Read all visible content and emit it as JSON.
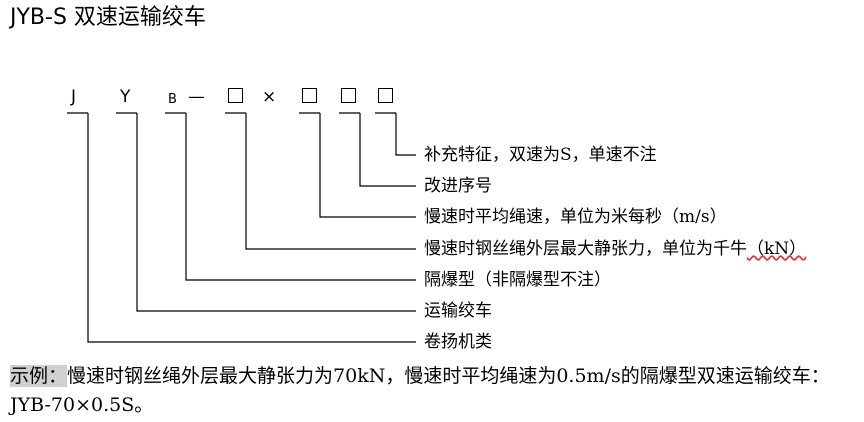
{
  "title": "JYB-S 双速运输绞车",
  "code": {
    "j": "J",
    "y": "Y",
    "b": "B",
    "dash": "—",
    "times": "×"
  },
  "descriptions": [
    "补充特征，双速为S，单速不注",
    "改进序号",
    "慢速时平均绳速，单位为米每秒（m/s）",
    "慢速时钢丝绳外层最大静张力，单位为千牛",
    "隔爆型（非隔爆型不注）",
    "运输绞车",
    "卷扬机类"
  ],
  "unit_kn": "（kN）",
  "example": {
    "label": "示例：",
    "text": "慢速时钢丝绳外层最大静张力为70kN，慢速时平均绳速为0.5m/s的隔爆型双速运输绞车：JYB-70×0.5S。"
  }
}
